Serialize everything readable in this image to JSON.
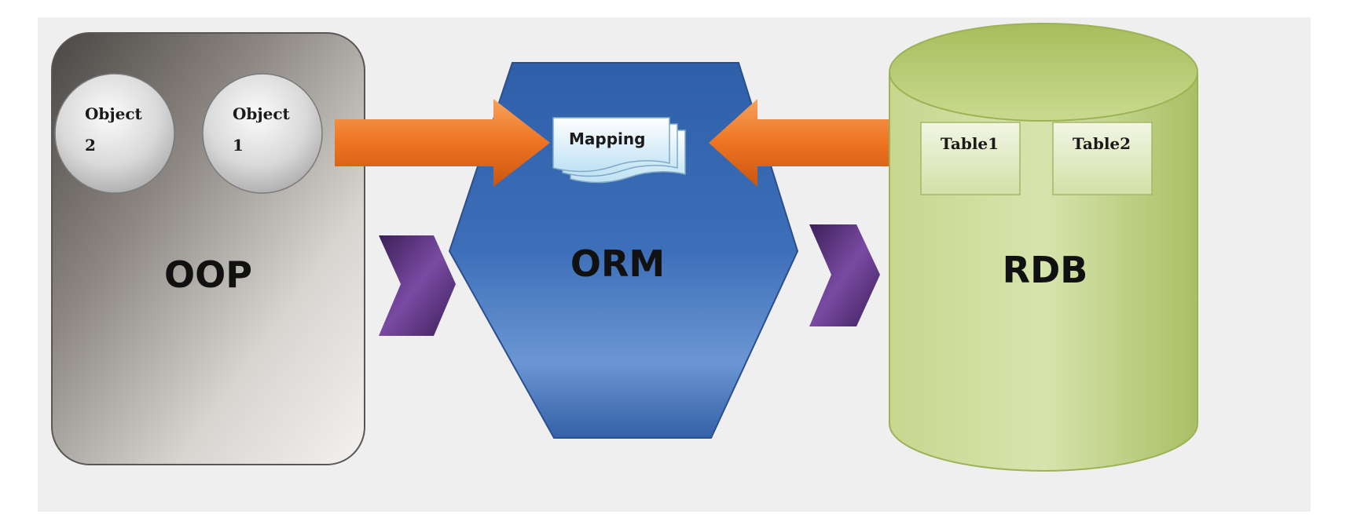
{
  "oop": {
    "label": "OOP",
    "objects": [
      {
        "line1": "Object",
        "line2": "2"
      },
      {
        "line1": "Object",
        "line2": "1"
      }
    ]
  },
  "orm": {
    "label": "ORM",
    "mapping_label": "Mapping"
  },
  "rdb": {
    "label": "RDB",
    "tables": [
      "Table1",
      "Table2"
    ]
  },
  "colors": {
    "background_panel": "#efefef",
    "oop_box": "#6e6a66",
    "orm_hexagon": "#3f6fb6",
    "rdb_cylinder": "#b8cc7a",
    "arrow_orange": "#ef7b2a",
    "chevron_purple": "#6a3d8f"
  }
}
